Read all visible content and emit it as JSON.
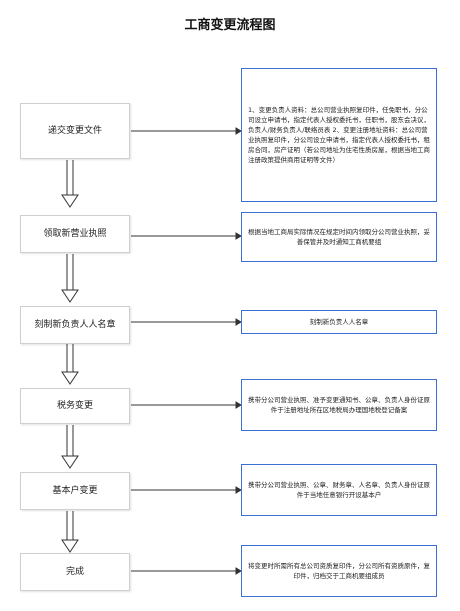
{
  "title": "工商变更流程图",
  "steps": [
    {
      "label": "递交变更文件",
      "note": "1、变更负责人资料：总公司营业执照复印件，任免职书，分公司设立申请书，指定代表人授权委托书，任职书，股东会决议，负责人/财务负责人/联络员表 2、变更注册地址资料：总公司营业执照复印件，分公司设立申请书，指定代表人授权委托书，租房合同，房产证明（若公司地址为住宅性质房屋，根据当地工商注册政策提供商用证明等文件）"
    },
    {
      "label": "领取新营业执照",
      "note": "根据当地工商局实际情况在规定时间内领取分公司营业执照，妥善保管并及时通知工商机要组"
    },
    {
      "label": "刻制新负责人人名章",
      "note": "刻制新负责人人名章"
    },
    {
      "label": "税务变更",
      "note": "携带分公司营业执照、准予变更通知书、公章、负责人身份证原件于注册地址所在区地税局办理国地税登记备案"
    },
    {
      "label": "基本户变更",
      "note": "携带分公司营业执照、公章、财务章、人名章、负责人身份证原件于当地任意银行开设基本户"
    },
    {
      "label": "完成",
      "note": "将变更时所需所有总公司资质复印件，分公司所有资质原件，复印件，归档交于工商机要组成员"
    }
  ]
}
